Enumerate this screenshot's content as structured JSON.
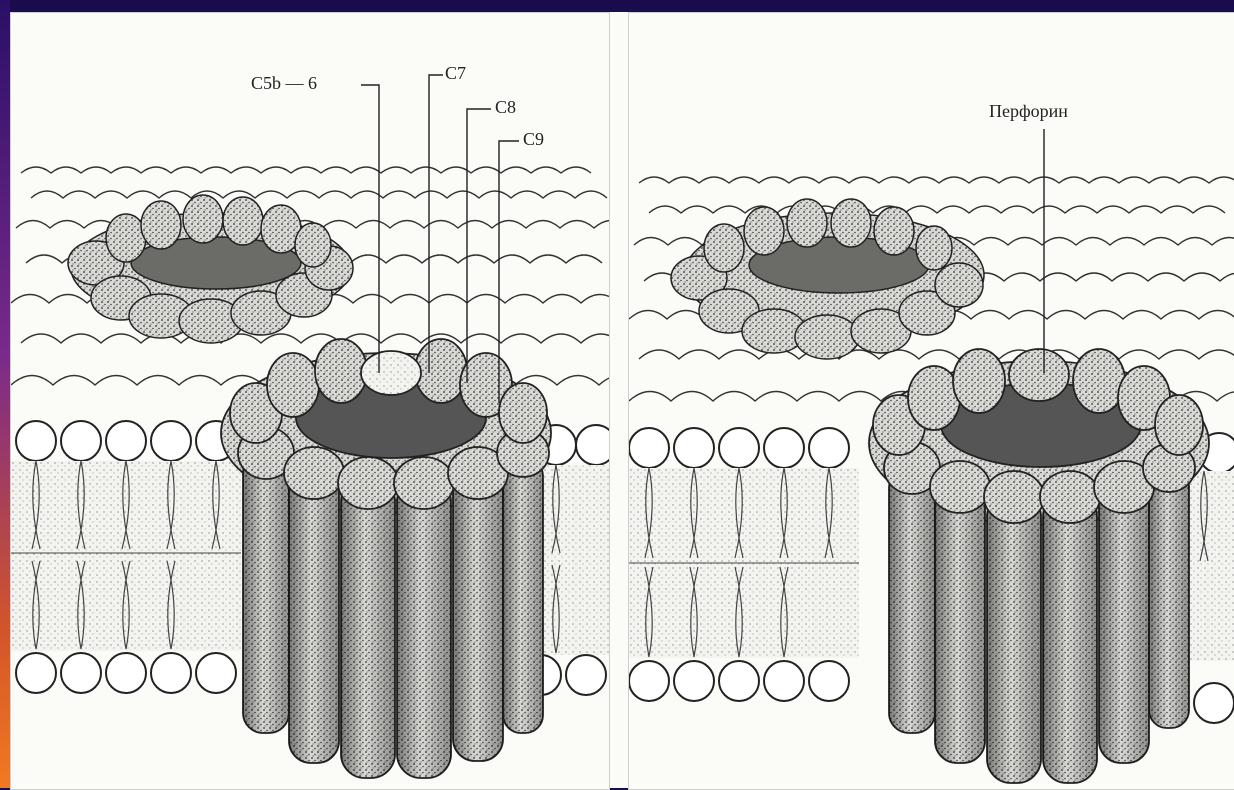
{
  "labels": {
    "c5b6": "C5b — 6",
    "c7": "C7",
    "c8": "C8",
    "c9": "C9",
    "perforin": "Перфорин"
  },
  "colors": {
    "background_top": "#1c0d52",
    "background_bottom": "#c8452a",
    "paper": "#fbfbf8",
    "ink": "#222222"
  },
  "panels": [
    {
      "name": "complement-membrane-attack-complex"
    },
    {
      "name": "perforin-pore"
    }
  ]
}
